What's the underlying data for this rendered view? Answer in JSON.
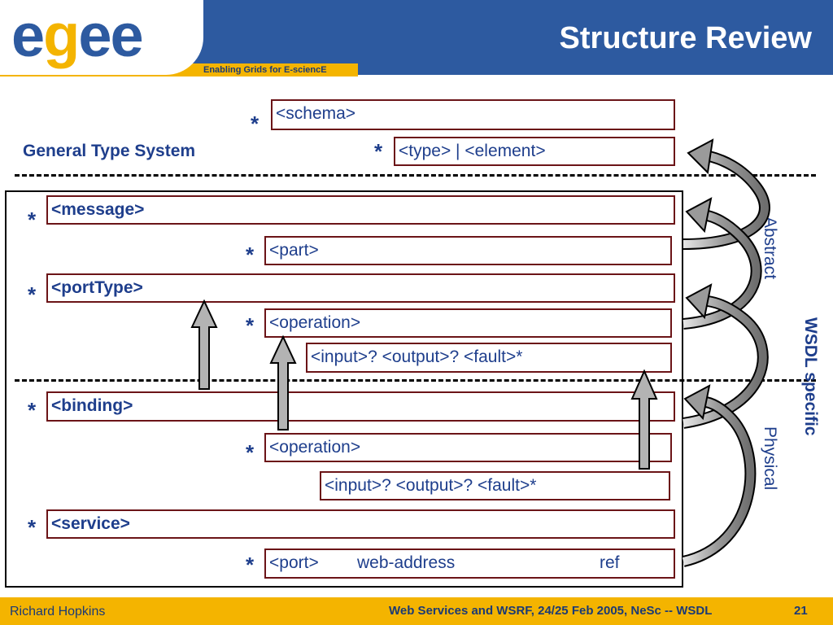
{
  "header": {
    "logo": "egee",
    "tagline": "Enabling Grids for E-sciencE",
    "title": "Structure Review"
  },
  "colors": {
    "brand_blue": "#2d5aa0",
    "accent_yellow": "#f4b400",
    "box_border": "#6b1417",
    "text_blue": "#1e3e8c"
  },
  "diagram": {
    "general_type_system_label": "General Type System",
    "star": "*",
    "schema": "<schema>",
    "type_element": "<type> | <element>",
    "message": "<message>",
    "part": "<part>",
    "porttype": "<portType>",
    "operation_abstract": "<operation>",
    "io_abstract": "<input>?  <output>? <fault>*",
    "binding": "<binding>",
    "operation_physical": "<operation>",
    "io_physical": "<input>?  <output>? <fault>*",
    "service": "<service>",
    "port": "<port>",
    "port_web_address": "web-address",
    "port_ref": "ref",
    "abstract_label": "Abstract",
    "physical_label": "Physical",
    "wsdl_specific_label": "WSDL specific"
  },
  "footer": {
    "author": "Richard Hopkins",
    "event": "Web Services and WSRF, 24/25 Feb 2005, NeSc --  WSDL",
    "page": "21"
  }
}
